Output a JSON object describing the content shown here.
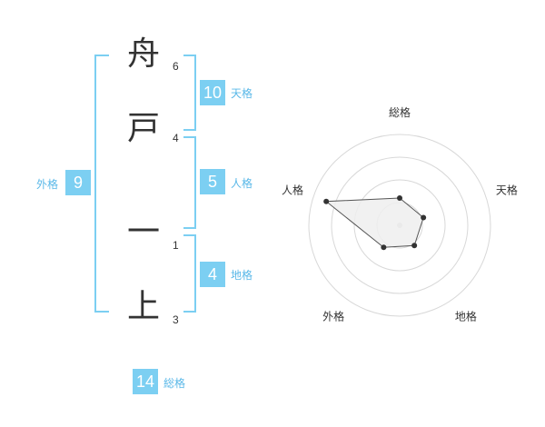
{
  "name_chars": [
    {
      "char": "舟",
      "strokes": "6"
    },
    {
      "char": "戸",
      "strokes": "4"
    },
    {
      "char": "一",
      "strokes": "1"
    },
    {
      "char": "上",
      "strokes": "3"
    }
  ],
  "fortunes": {
    "tenkaku": {
      "value": "10",
      "label": "天格"
    },
    "jinkaku": {
      "value": "5",
      "label": "人格"
    },
    "chikaku": {
      "value": "4",
      "label": "地格"
    },
    "gaikaku": {
      "value": "9",
      "label": "外格"
    },
    "soukaku": {
      "value": "14",
      "label": "総格"
    }
  },
  "colors": {
    "accent": "#7ccff2",
    "label": "#5ab8e8",
    "text": "#333333"
  },
  "chart_data": {
    "type": "radar",
    "axes": [
      "総格",
      "天格",
      "地格",
      "外格",
      "人格"
    ],
    "rings": 4,
    "values": [
      1.2,
      1.1,
      1.1,
      1.2,
      3.4
    ],
    "max": 4,
    "fill": "#eeeeee",
    "stroke": "#555555"
  }
}
